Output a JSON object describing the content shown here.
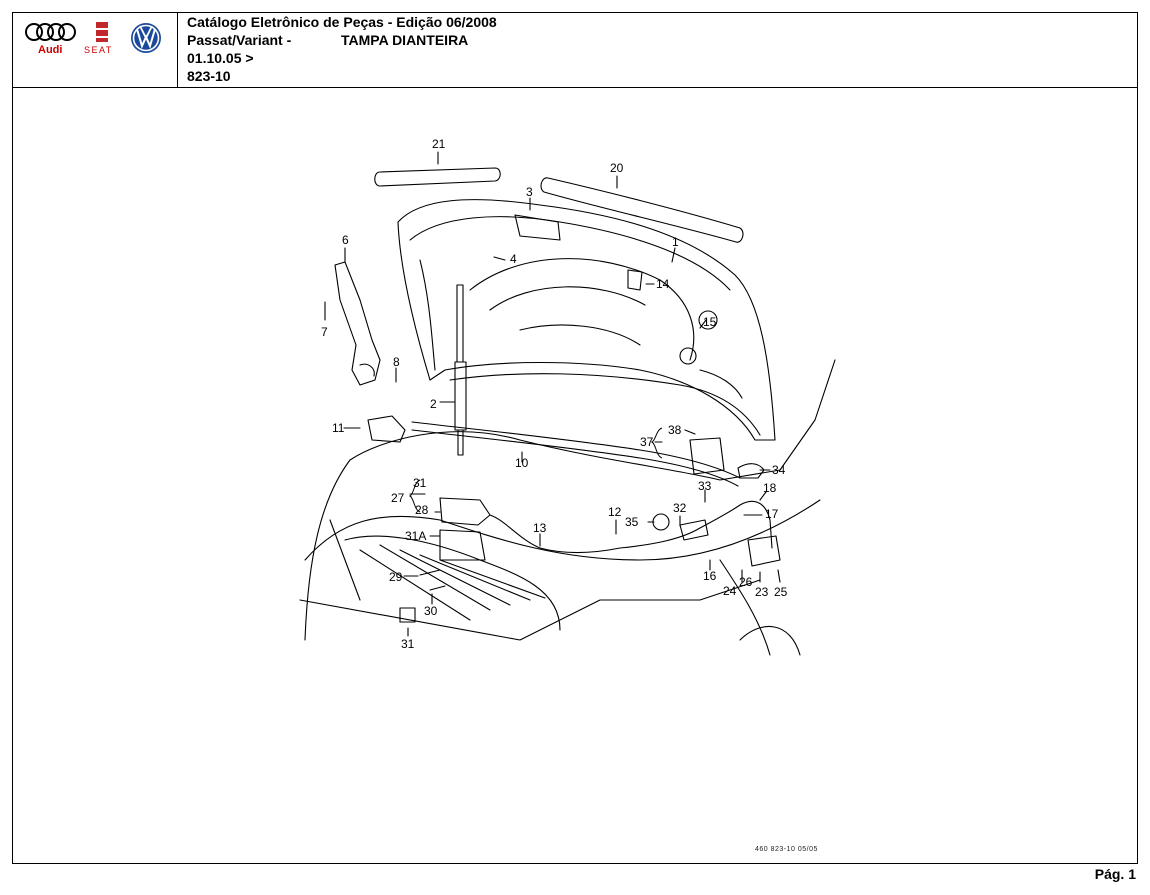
{
  "header": {
    "title": "Catálogo Eletrônico de Peças - Edição 06/2008",
    "model": "Passat/Variant -",
    "section": "TAMPA DIANTEIRA",
    "date": "01.10.05 >",
    "code": "823-10"
  },
  "logos": {
    "audi_text": "Audi",
    "seat_text": "SEAT",
    "vw_text": "VW"
  },
  "diagram": {
    "labels": [
      "21",
      "20",
      "3",
      "1",
      "4",
      "14",
      "6",
      "7",
      "15",
      "8",
      "2",
      "11",
      "38",
      "37",
      "10",
      "34",
      "33",
      "18",
      "31",
      "27",
      "28",
      "17",
      "13",
      "12",
      "35",
      "32",
      "31A",
      "16",
      "29",
      "26",
      "24",
      "23",
      "25",
      "30",
      "31"
    ]
  },
  "footer": {
    "code": "460  823-10  05/05",
    "page": "Pág. 1"
  }
}
